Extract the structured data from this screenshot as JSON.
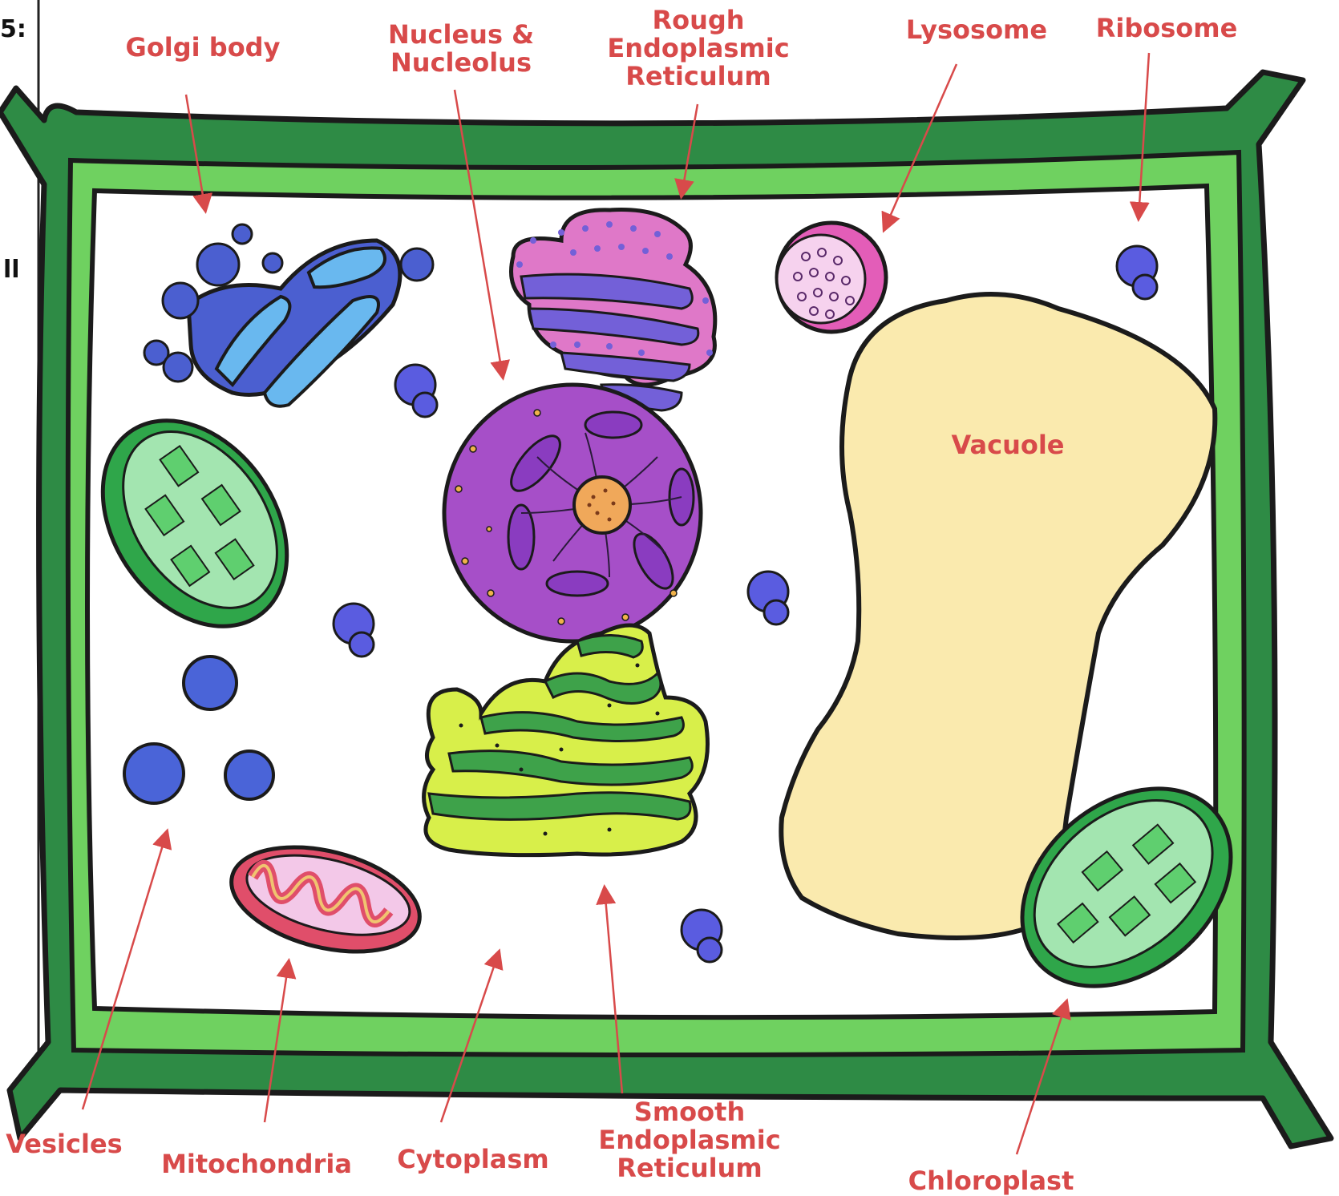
{
  "colors": {
    "label": "#d84a4a",
    "wall_dark": "#2e8b45",
    "wall_light": "#6fd160",
    "outline": "#1b1b1b",
    "vesicle": "#4a64d8",
    "ribosome": "#5a5ce0",
    "golgi_dark": "#4b5fd0",
    "golgi_light": "#69b8ef",
    "nucleus": "#a64fc8",
    "nucleolus": "#f0a85a",
    "rough_er": "#df78c8",
    "rough_er_band": "#7360d8",
    "smooth_er_light": "#d8ef4a",
    "smooth_er_dark": "#3ea24a",
    "lysosome": "#e35db8",
    "vacuole": "#faeaae",
    "chloroplast": "#2fa64a",
    "chloroplast_inner": "#a3e5b0",
    "mito_outer": "#e04e6a",
    "mito_inner": "#f3c8e8"
  },
  "labels": {
    "golgi": "Golgi body",
    "nucleus_line1": "Nucleus &",
    "nucleus_line2": "Nucleolus",
    "rough_er_line1": "Rough",
    "rough_er_line2": "Endoplasmic",
    "rough_er_line3": "Reticulum",
    "lysosome": "Lysosome",
    "ribosome": "Ribosome",
    "vacuole": "Vacuole",
    "vesicles": "Vesicles",
    "mitochondria": "Mitochondria",
    "cytoplasm": "Cytoplasm",
    "smooth_er_line1": "Smooth",
    "smooth_er_line2": "Endoplasmic",
    "smooth_er_line3": "Reticulum",
    "chloroplast": "Chloroplast"
  },
  "edge_text": {
    "top": "5:",
    "mid": "ll"
  }
}
